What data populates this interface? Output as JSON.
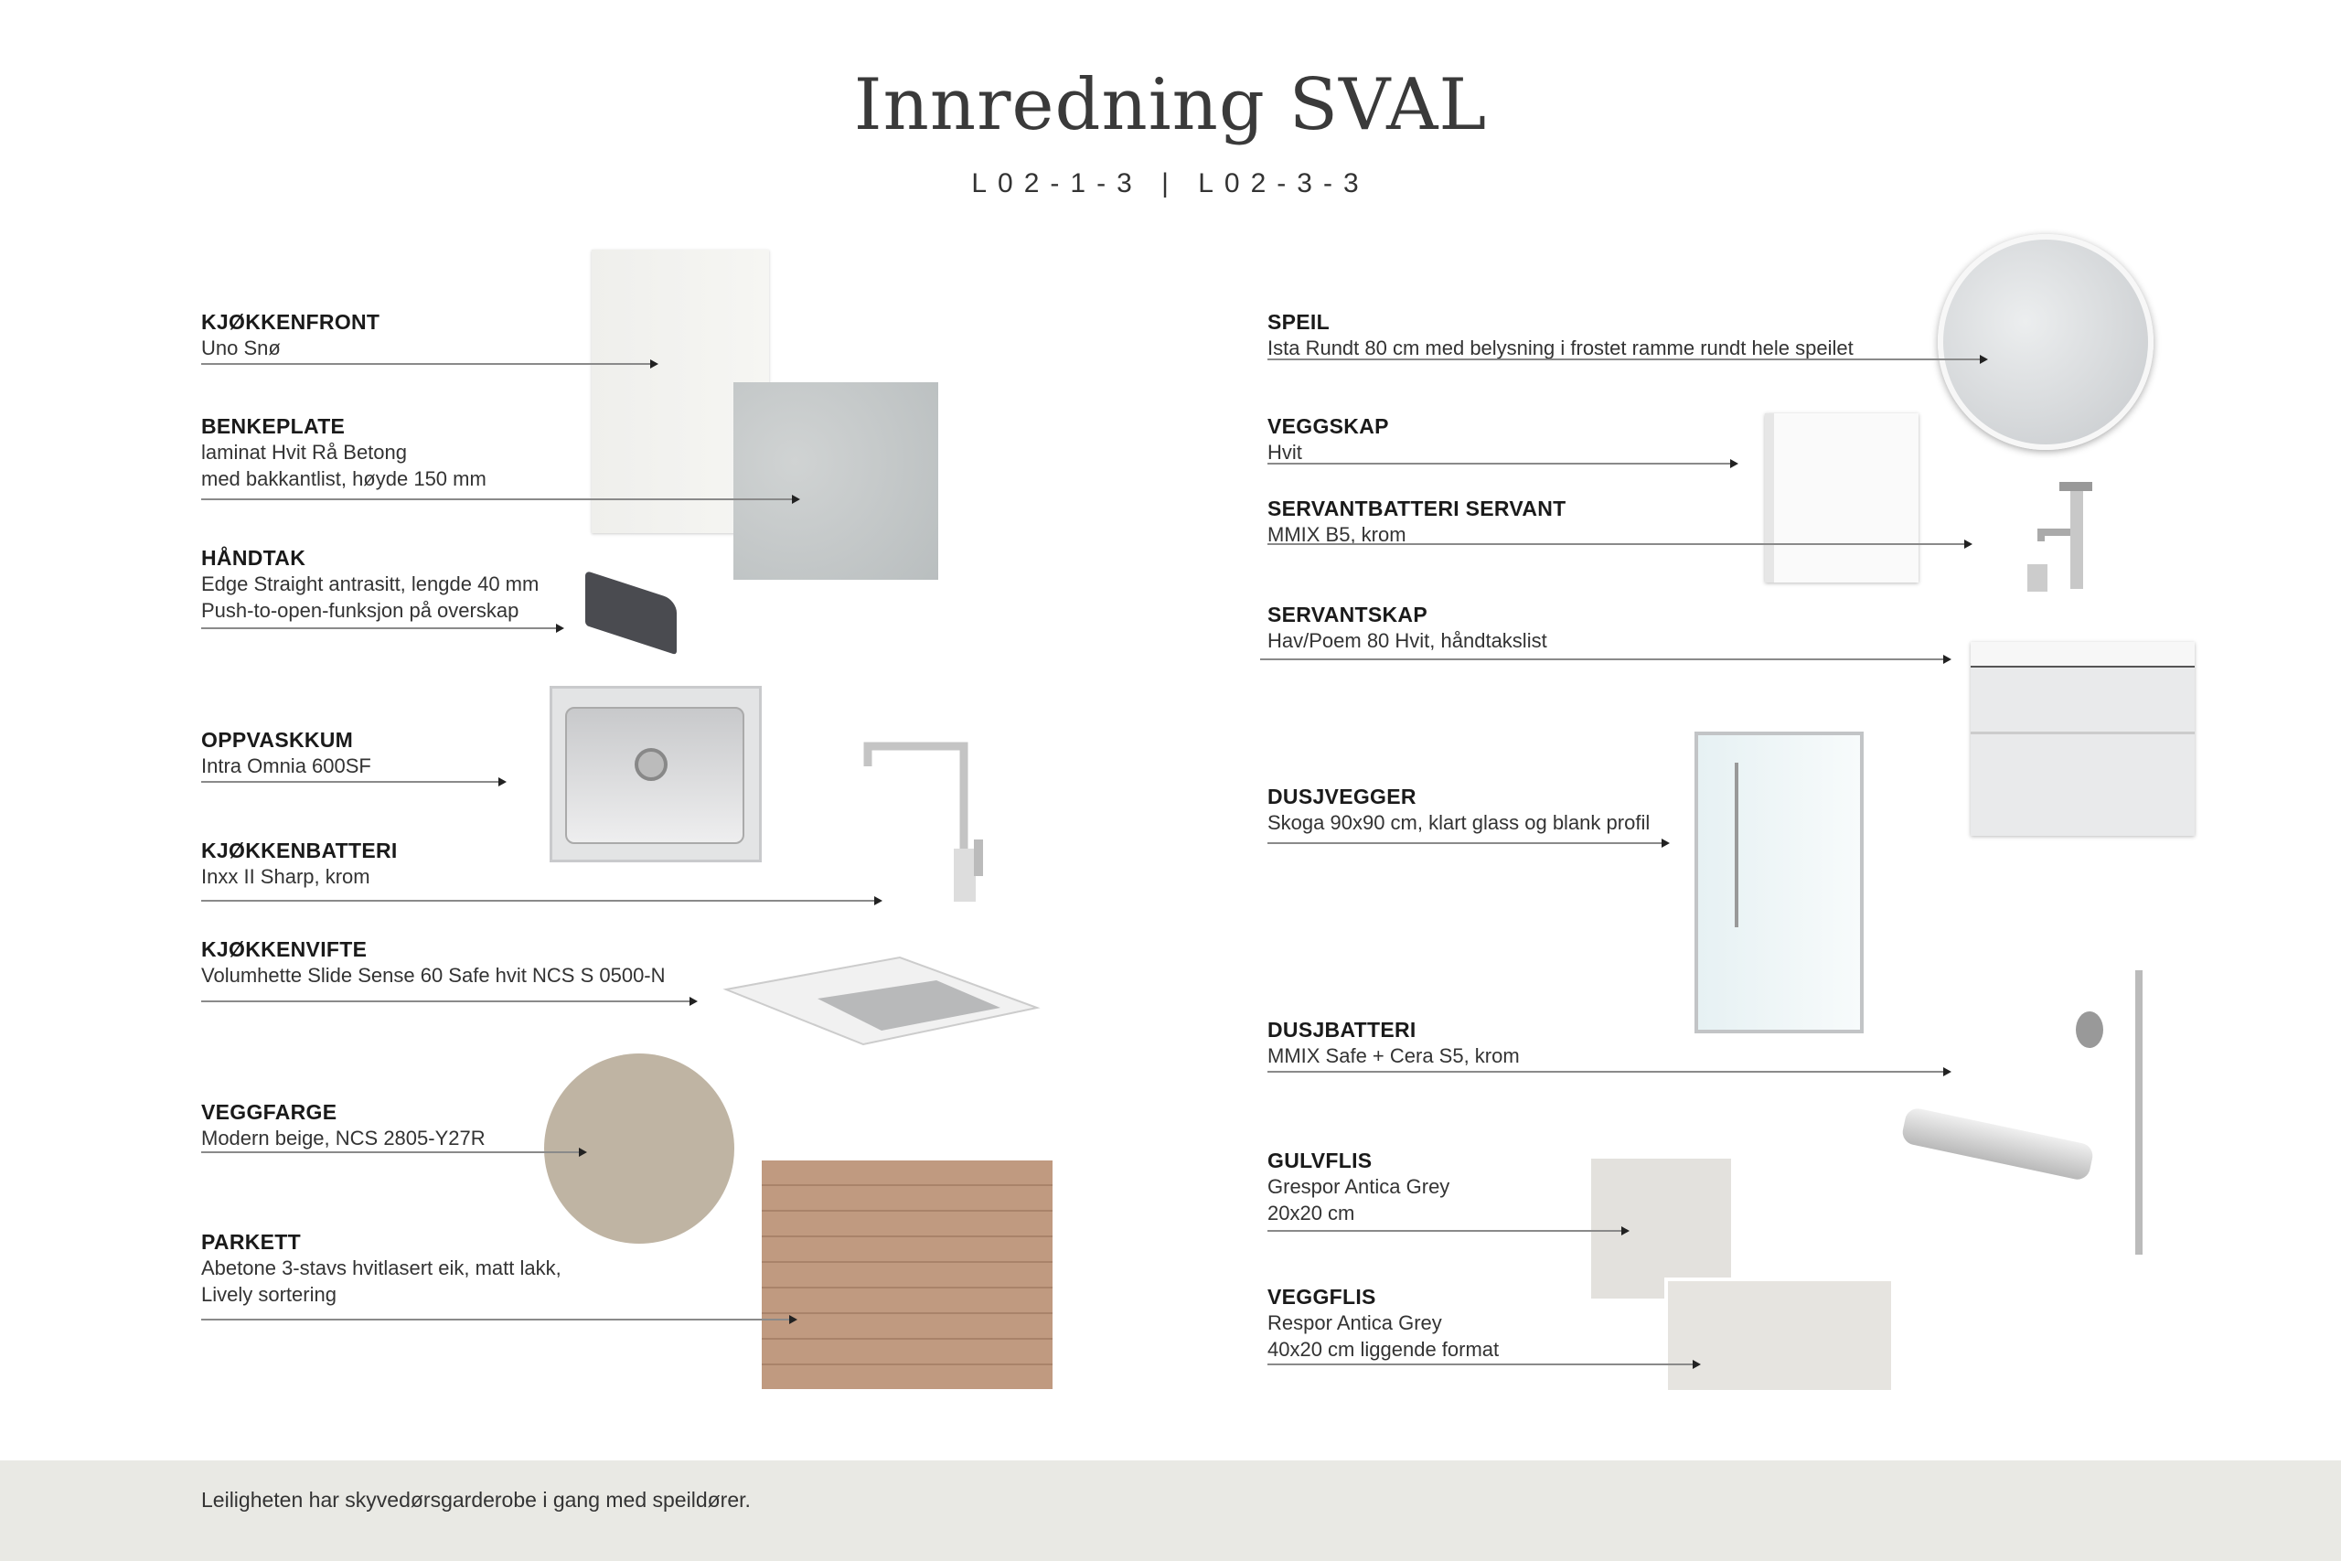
{
  "header": {
    "title": "Innredning SVAL",
    "units": "L02-1-3  |  L02-3-3"
  },
  "left_items": [
    {
      "heading": "KJØKKENFRONT",
      "lines": [
        "Uno Snø"
      ],
      "image": "white-front-sample"
    },
    {
      "heading": "BENKEPLATE",
      "lines": [
        "laminat Hvit Rå Betong",
        "med bakkantlist, høyde 150 mm"
      ],
      "image": "concrete-sample"
    },
    {
      "heading": "HÅNDTAK",
      "lines": [
        "Edge Straight antrasitt, lengde 40 mm",
        "Push-to-open-funksjon på overskap"
      ],
      "image": "handle-image"
    },
    {
      "heading": "OPPVASKKUM",
      "lines": [
        "Intra Omnia 600SF"
      ],
      "image": "sink-image"
    },
    {
      "heading": "KJØKKENBATTERI",
      "lines": [
        "Inxx II Sharp, krom"
      ],
      "image": "kitchen-faucet-image"
    },
    {
      "heading": "KJØKKENVIFTE",
      "lines": [
        "Volumhette Slide Sense 60 Safe hvit NCS S 0500-N"
      ],
      "image": "hood-image"
    },
    {
      "heading": "VEGGFARGE",
      "lines": [
        "Modern beige, NCS 2805-Y27R"
      ],
      "image": "wall-color-swatch"
    },
    {
      "heading": "PARKETT",
      "lines": [
        "Abetone 3-stavs hvitlasert eik, matt lakk,",
        "Lively sortering"
      ],
      "image": "parquet-sample"
    }
  ],
  "right_items": [
    {
      "heading": "SPEIL",
      "lines": [
        "Ista Rundt 80 cm med belysning i frostet ramme rundt hele speilet"
      ],
      "image": "mirror-image"
    },
    {
      "heading": "VEGGSKAP",
      "lines": [
        "Hvit"
      ],
      "image": "wall-cabinet-image"
    },
    {
      "heading": "SERVANTBATTERI SERVANT",
      "lines": [
        "MMIX B5, krom"
      ],
      "image": "basin-faucet-image"
    },
    {
      "heading": "SERVANTSKAP",
      "lines": [
        "Hav/Poem 80 Hvit, håndtakslist"
      ],
      "image": "vanity-image"
    },
    {
      "heading": "DUSJVEGGER",
      "lines": [
        "Skoga 90x90 cm, klart glass og blank profil"
      ],
      "image": "shower-image"
    },
    {
      "heading": "DUSJBATTERI",
      "lines": [
        "MMIX Safe + Cera S5, krom"
      ],
      "image": "shower-set-image"
    },
    {
      "heading": "GULVFLIS",
      "lines": [
        "Grespor Antica Grey",
        "20x20 cm"
      ],
      "image": "floor-tile-sample"
    },
    {
      "heading": "VEGGFLIS",
      "lines": [
        "Respor Antica  Grey",
        "40x20 cm liggende format"
      ],
      "image": "wall-tile-sample"
    }
  ],
  "colors": {
    "wall_color": "#bfb4a3",
    "parquet": "#b9927a",
    "footer_bg": "#e9e9e4"
  },
  "footer": {
    "note": "Leiligheten har skyvedørsgarderobe i gang med speildører."
  }
}
